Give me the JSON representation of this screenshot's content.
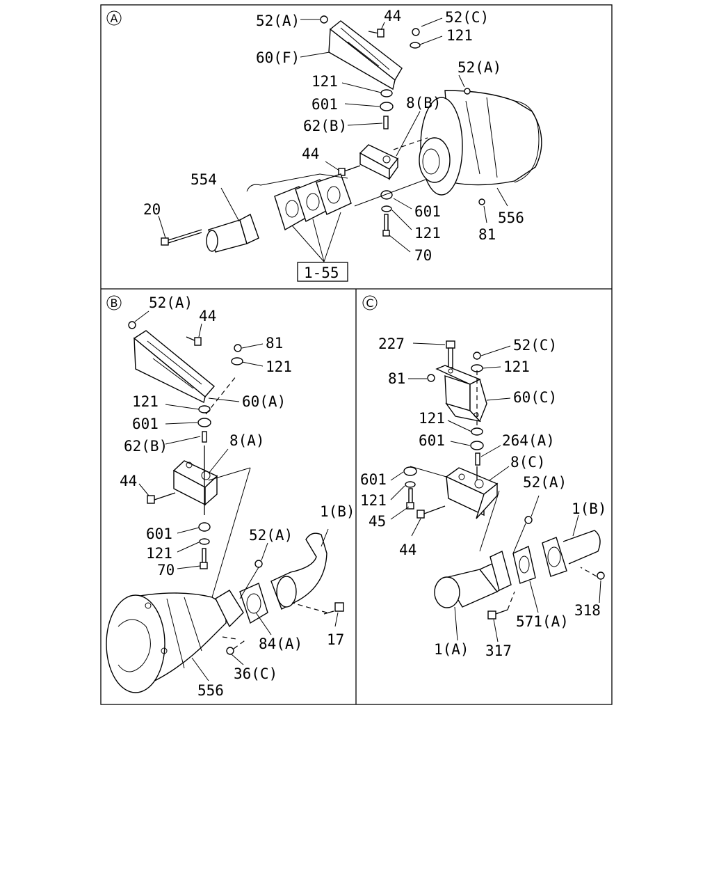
{
  "panels": {
    "A": {
      "letter": "A",
      "labels": {
        "l52a_top": "52(A)",
        "l44_top": "44",
        "l52c": "52(C)",
        "l121_top": "121",
        "l60f": "60(F)",
        "l52a_right": "52(A)",
        "l121_mid": "121",
        "l601_mid": "601",
        "l8b": "8(B)",
        "l62b": "62(B)",
        "l44_mid": "44",
        "l554": "554",
        "l20": "20",
        "l601_low": "601",
        "l121_low": "121",
        "l70": "70",
        "l81": "81",
        "l556": "556",
        "ref": "1-55"
      }
    },
    "B": {
      "letter": "B",
      "labels": {
        "l52a": "52(A)",
        "l44_top": "44",
        "l81": "81",
        "l121_top": "121",
        "l60a": "60(A)",
        "l121_mid": "121",
        "l601_mid": "601",
        "l62b": "62(B)",
        "l8a": "8(A)",
        "l44_mid": "44",
        "l601_low": "601",
        "l121_low": "121",
        "l70": "70",
        "l52a_low": "52(A)",
        "l1b": "1(B)",
        "l17": "17",
        "l84a": "84(A)",
        "l36c": "36(C)",
        "l556": "556"
      }
    },
    "C": {
      "letter": "C",
      "labels": {
        "l227": "227",
        "l52c": "52(C)",
        "l81": "81",
        "l121_top": "121",
        "l60c": "60(C)",
        "l121_mid": "121",
        "l601_mid": "601",
        "l264a": "264(A)",
        "l8c": "8(C)",
        "l601_left": "601",
        "l121_left": "121",
        "l45": "45",
        "l44": "44",
        "l52a": "52(A)",
        "l1b": "1(B)",
        "l318": "318",
        "l571a": "571(A)",
        "l1a": "1(A)",
        "l317": "317"
      }
    }
  }
}
